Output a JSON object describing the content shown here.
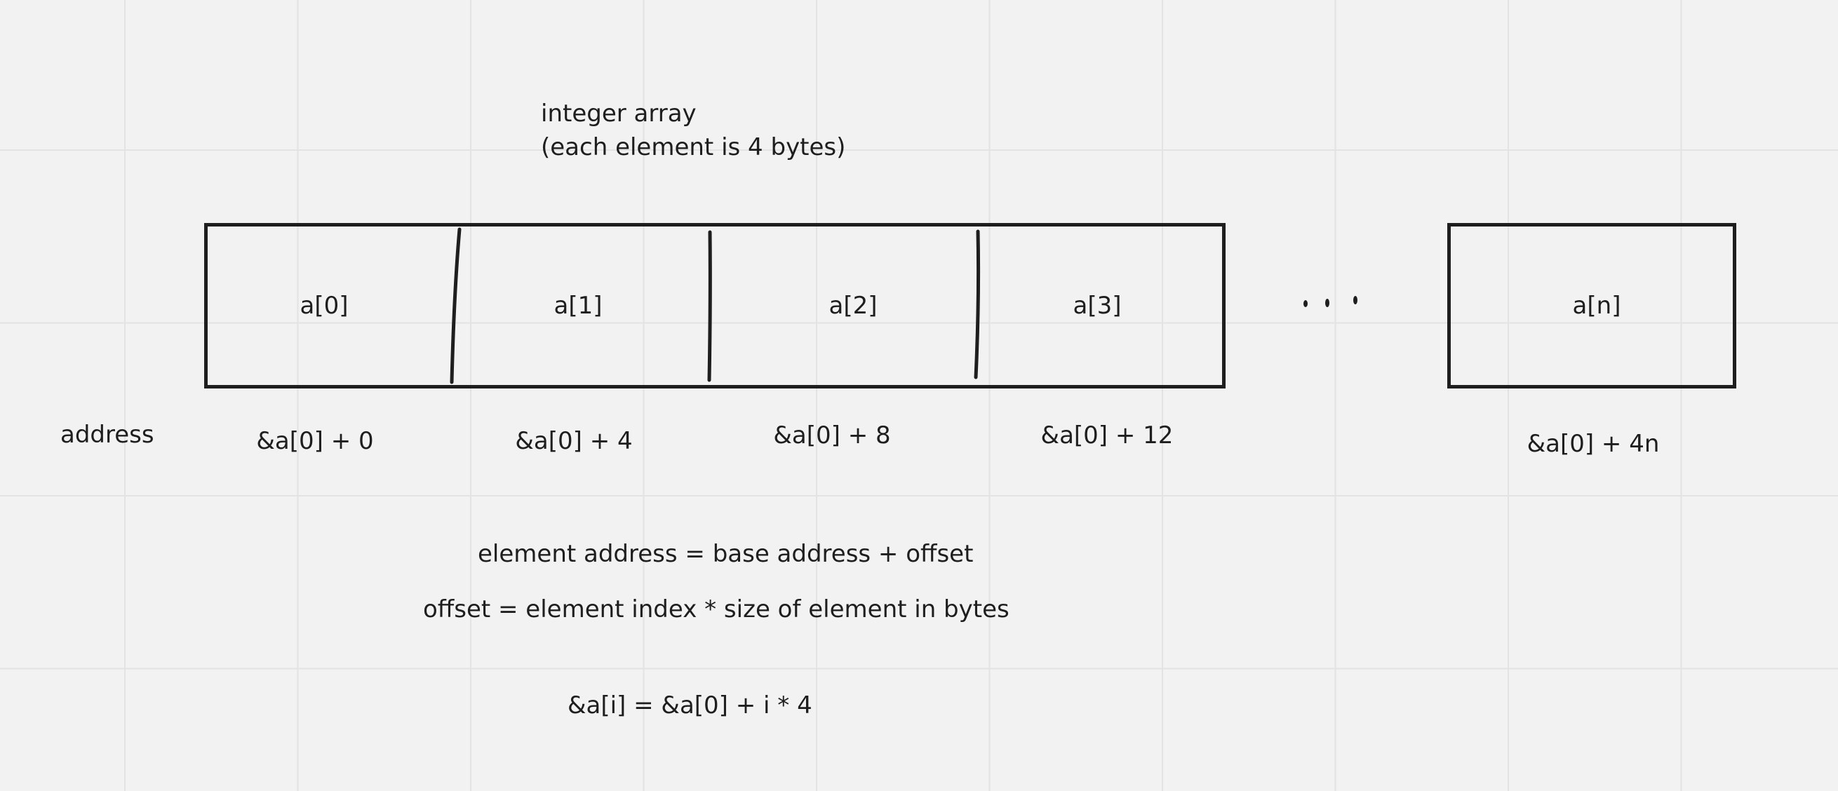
{
  "title": {
    "line1": "integer array",
    "line2": "(each element is 4 bytes)"
  },
  "array": {
    "cells": [
      "a[0]",
      "a[1]",
      "a[2]",
      "a[3]"
    ],
    "last_cell": "a[n]"
  },
  "address_row": {
    "label": "address",
    "values": [
      "&a[0] + 0",
      "&a[0] + 4",
      "&a[0] + 8",
      "&a[0] + 12"
    ],
    "last_value": "&a[0] + 4n"
  },
  "formulas": {
    "element_address": "element address = base address + offset",
    "offset": "offset = element index * size of element in bytes",
    "indexed": "&a[i] = &a[0] + i * 4"
  }
}
